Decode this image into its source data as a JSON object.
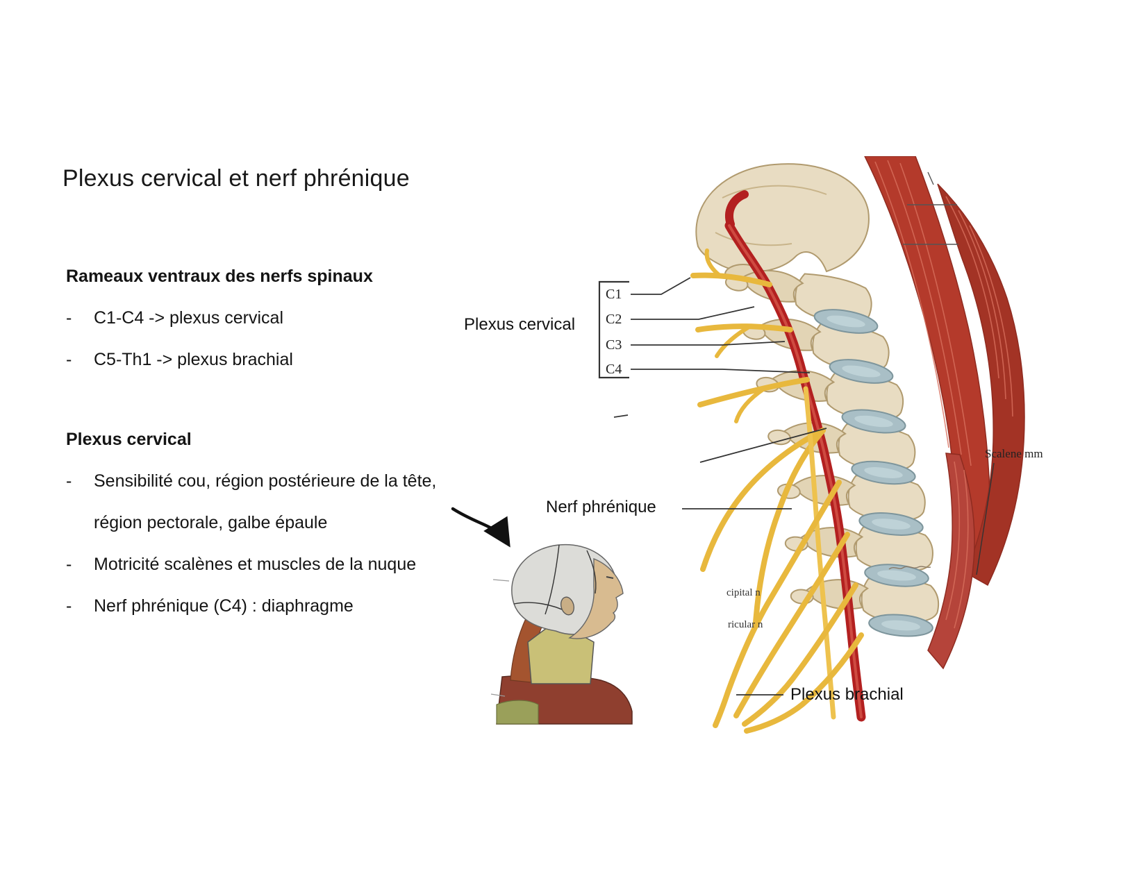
{
  "slide": {
    "title": "Plexus cervical et nerf phrénique",
    "bullet_glyph": "-",
    "sections": [
      {
        "heading": "Rameaux ventraux des nerfs spinaux",
        "bullets": [
          "C1-C4 -> plexus cervical",
          "C5-Th1 -> plexus brachial"
        ]
      },
      {
        "heading": "Plexus cervical",
        "bullets": [
          "Sensibilité cou, région postérieure de la tête, région pectorale, galbe épaule",
          "Motricité scalènes et muscles de la nuque",
          "Nerf phrénique (C4) : diaphragme"
        ]
      }
    ]
  },
  "figure": {
    "vertebra_labels": [
      "C1",
      "C2",
      "C3",
      "C4"
    ],
    "labels": {
      "plexus_cervical": "Plexus cervical",
      "nerf_phrenique": "Nerf phrénique",
      "plexus_brachial": "Plexus brachial",
      "scalene": "Scalene mm",
      "occipital": "cipital n",
      "auricular": "ricular n"
    },
    "colors": {
      "bone": "#e8dcc2",
      "bone_outline": "#b09a6e",
      "disc": "#a9bfc6",
      "nerve": "#e8b83d",
      "artery": "#b32020",
      "muscle": "#b43a2b"
    }
  }
}
